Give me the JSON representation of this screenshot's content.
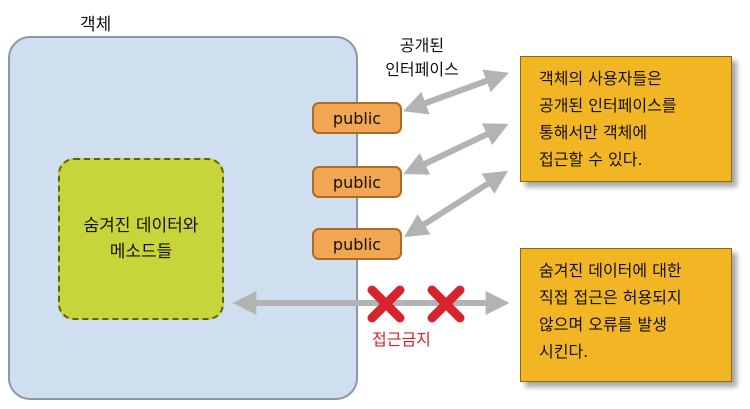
{
  "object_label": "객체",
  "hidden_data": {
    "line1": "숨겨진 데이터와",
    "line2": "메소드들"
  },
  "public_methods": [
    "public",
    "public",
    "public"
  ],
  "interface_label": {
    "line1": "공개된",
    "line2": "인터페이스"
  },
  "note_public": {
    "lines": [
      "객체의 사용자들은",
      "공개된 인터페이스를",
      "통해서만 객체에",
      "접근할 수 있다."
    ]
  },
  "note_hidden": {
    "lines": [
      "숨겨진 데이터에 대한",
      "직접 접근은 허용되지",
      "않으며 오류를 발생",
      "시킨다."
    ]
  },
  "forbidden_label": "접근금지",
  "colors": {
    "object_fill": "#cfdff0",
    "hidden_fill": "#c7d53a",
    "public_fill": "#f1a654",
    "note_fill": "#f2b524",
    "forbid_red": "#d8222d",
    "arrow_gray": "#b3b3b3"
  }
}
